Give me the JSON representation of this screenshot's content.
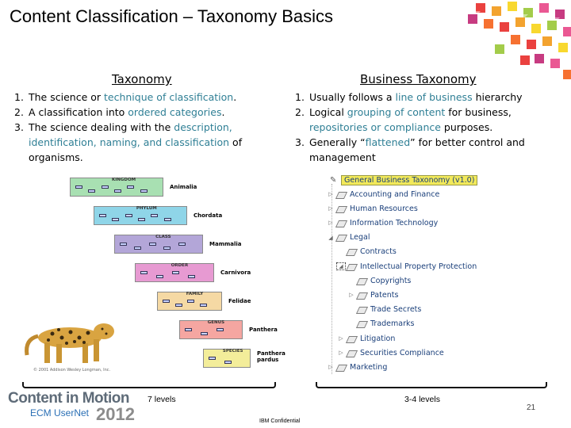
{
  "slide": {
    "title": "Content Classification – Taxonomy Basics",
    "page_number": "21",
    "confidential": "IBM Confidential"
  },
  "left": {
    "heading": "Taxonomy",
    "items": [
      {
        "num": "1.",
        "pre": "The science or ",
        "hl": "technique of classification",
        "post": "."
      },
      {
        "num": "2.",
        "pre": "A classification into ",
        "hl": "ordered categories",
        "post": "."
      },
      {
        "num": "3.",
        "pre": "The science dealing with the ",
        "hl": "description, identification, naming, and classification",
        "post": " of organisms."
      }
    ],
    "levels_label": "7 levels",
    "pyramid": {
      "tiers": [
        {
          "label": "KINGDOM",
          "name": "Animalia",
          "color": "#a8e0b2"
        },
        {
          "label": "PHYLUM",
          "name": "Chordata",
          "color": "#8fd5e8"
        },
        {
          "label": "CLASS",
          "name": "Mammalia",
          "color": "#b3a6d8"
        },
        {
          "label": "ORDER",
          "name": "Carnivora",
          "color": "#e79ad2"
        },
        {
          "label": "FAMILY",
          "name": "Felidae",
          "color": "#f5d9a4"
        },
        {
          "label": "GENUS",
          "name": "Panthera",
          "color": "#f5a6a1"
        },
        {
          "label": "SPECIES",
          "name": "Panthera pardus",
          "color": "#f3ed9a"
        }
      ],
      "credit": "© 2001 Addison Wesley Longman, Inc."
    }
  },
  "right": {
    "heading": "Business Taxonomy",
    "items": [
      {
        "num": "1.",
        "pre": "Usually follows a ",
        "hl": "line of business",
        "post": " hierarchy"
      },
      {
        "num": "2.",
        "pre": "Logical ",
        "hl": "grouping of content",
        "post": " for business, ",
        "hl2": "repositories or compliance",
        "post2": " purposes."
      },
      {
        "num": "3.",
        "pre": "Generally “",
        "hl": "flattened",
        "post": "” for better control and management"
      }
    ],
    "levels_label": "3-4 levels",
    "tree": {
      "root": "General Business Taxonomy (v1.0)",
      "nodes": [
        {
          "label": "Accounting and Finance",
          "depth": 0,
          "expanded": false
        },
        {
          "label": "Human Resources",
          "depth": 0,
          "expanded": false
        },
        {
          "label": "Information Technology",
          "depth": 0,
          "expanded": false
        },
        {
          "label": "Legal",
          "depth": 0,
          "expanded": true
        },
        {
          "label": "Contracts",
          "depth": 1,
          "expanded": null
        },
        {
          "label": "Intellectual Property Protection",
          "depth": 1,
          "expanded": true
        },
        {
          "label": "Copyrights",
          "depth": 2,
          "expanded": null
        },
        {
          "label": "Patents",
          "depth": 2,
          "expanded": false
        },
        {
          "label": "Trade Secrets",
          "depth": 2,
          "expanded": null
        },
        {
          "label": "Trademarks",
          "depth": 2,
          "expanded": null
        },
        {
          "label": "Litigation",
          "depth": 1,
          "expanded": false
        },
        {
          "label": "Securities Compliance",
          "depth": 1,
          "expanded": false
        },
        {
          "label": "Marketing",
          "depth": 0,
          "expanded": false
        }
      ]
    }
  },
  "logo": {
    "line1": "Content in Motion",
    "line2": "ECM UserNet",
    "year": "2012"
  }
}
